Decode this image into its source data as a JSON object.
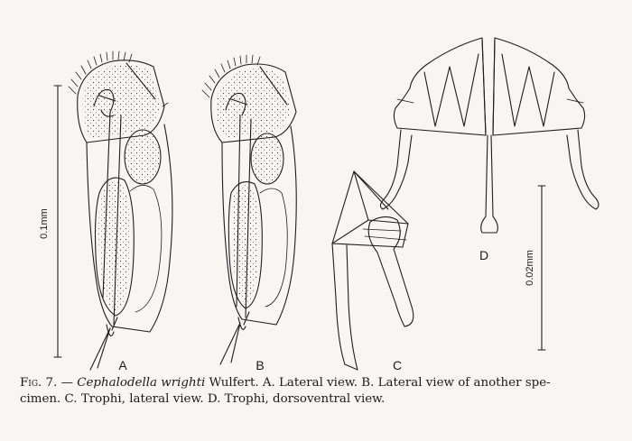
{
  "figure": {
    "panel_labels": {
      "a": "A",
      "b": "B",
      "c": "C",
      "d": "D"
    },
    "scale_bars": {
      "large": "0.1mm",
      "small": "0.02mm"
    }
  },
  "caption": {
    "fig_label": "Fig. 7.",
    "dash": "—",
    "species": "Cephalodella wrighti",
    "rest_line1": "Wulfert. A. Lateral view. B. Lateral view of another spe-",
    "line2": "cimen. C. Trophi, lateral view. D. Trophi, dorsoventral view."
  }
}
